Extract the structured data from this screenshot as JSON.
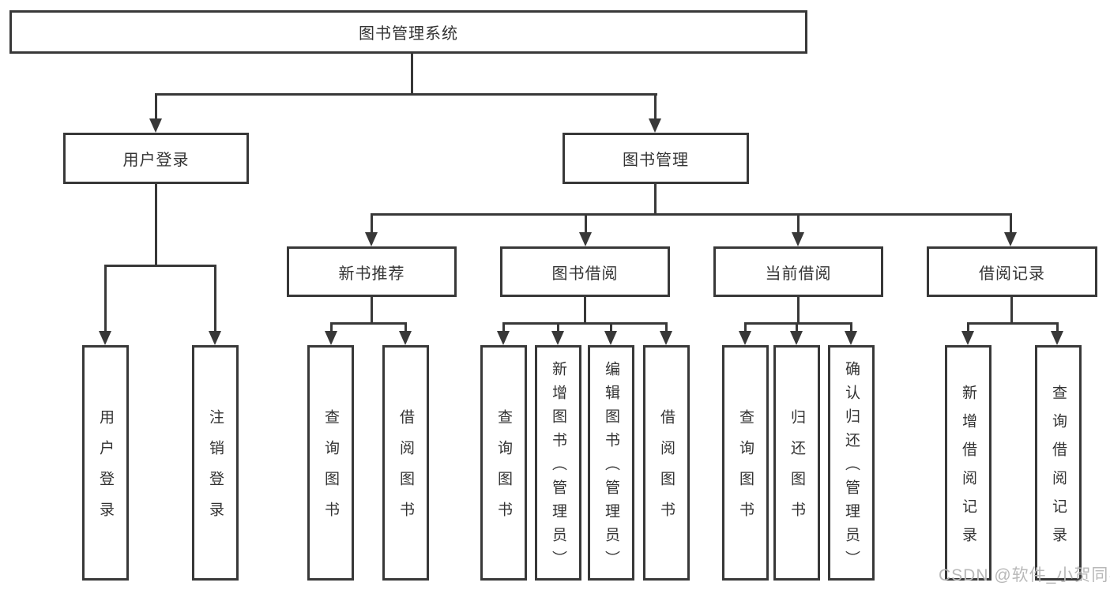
{
  "tree": {
    "root": "图书管理系统",
    "branches": [
      {
        "label": "用户登录",
        "children": [
          "用户登录",
          "注销登录"
        ]
      },
      {
        "label": "图书管理",
        "subbranches": [
          {
            "label": "新书推荐",
            "children": [
              "查询图书",
              "借阅图书"
            ]
          },
          {
            "label": "图书借阅",
            "children": [
              "查询图书",
              "新增图书（管理员）",
              "编辑图书（管理员）",
              "借阅图书"
            ]
          },
          {
            "label": "当前借阅",
            "children": [
              "查询图书",
              "归还图书",
              "确认归还（管理员）"
            ]
          },
          {
            "label": "借阅记录",
            "children": [
              "新增借阅记录",
              "查询借阅记录"
            ]
          }
        ]
      }
    ]
  },
  "watermark": {
    "text": "CSDN @软件_小贺同学"
  },
  "colors": {
    "line": "#383838",
    "text": "#333333",
    "watermark": "#b8b8b8",
    "background": "#ffffff"
  }
}
